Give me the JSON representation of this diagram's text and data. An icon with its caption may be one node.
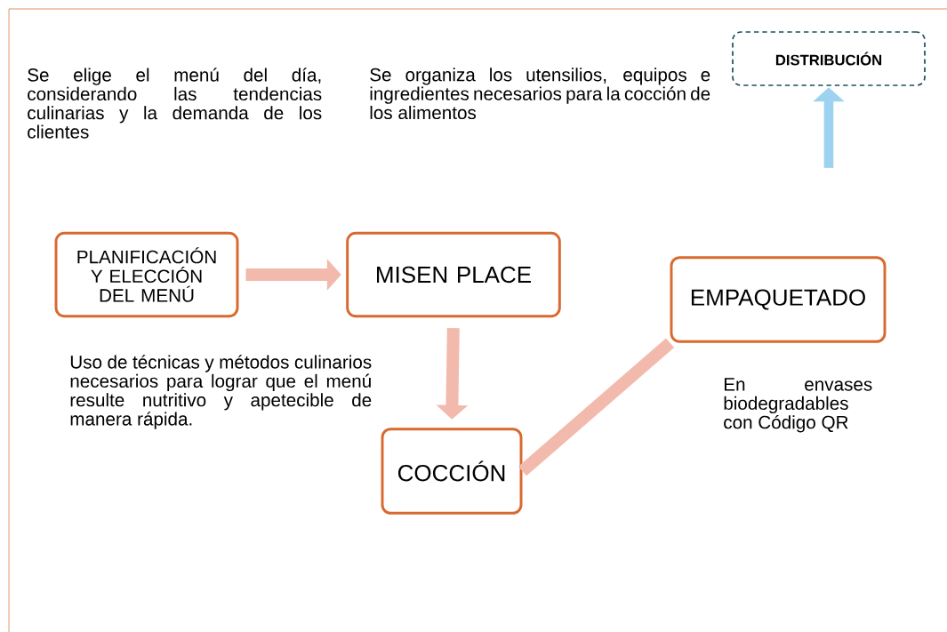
{
  "diagram": {
    "nodes": [
      {
        "text": [
          "PLANIFICACIÓN Y ELECCIÓN DEL MENÚ"
        ]
      },
      {
        "text": [
          "MISEN PLACE"
        ]
      },
      {
        "text": [
          "COCCIÓN"
        ]
      },
      {
        "text": [
          "EMPAQUETADO"
        ]
      },
      {
        "text": [
          "DISTRIBUCIÓN"
        ]
      }
    ],
    "edges": [
      {
        "from": 0,
        "to": 1,
        "arrow": "to"
      },
      {
        "from": 1,
        "to": 2,
        "arrow": "to"
      },
      {
        "from": 2,
        "to": 3,
        "arrow": "none"
      },
      {
        "from": null,
        "to": 4,
        "arrow": "to",
        "color": "#9dd3f0"
      }
    ],
    "labels": [
      "Se elige el menú del día, considerando las tendencias culinarias y la demanda de los clientes",
      "Se organiza los utensilios, equipos e ingredientes necesarios para la cocción de los alimentos",
      "Uso de técnicas y métodos culinarios necesarios para lograr que el menú resulte nutritivo y apetecible de manera rápida.",
      "En envases biodegradables con Código QR"
    ]
  }
}
